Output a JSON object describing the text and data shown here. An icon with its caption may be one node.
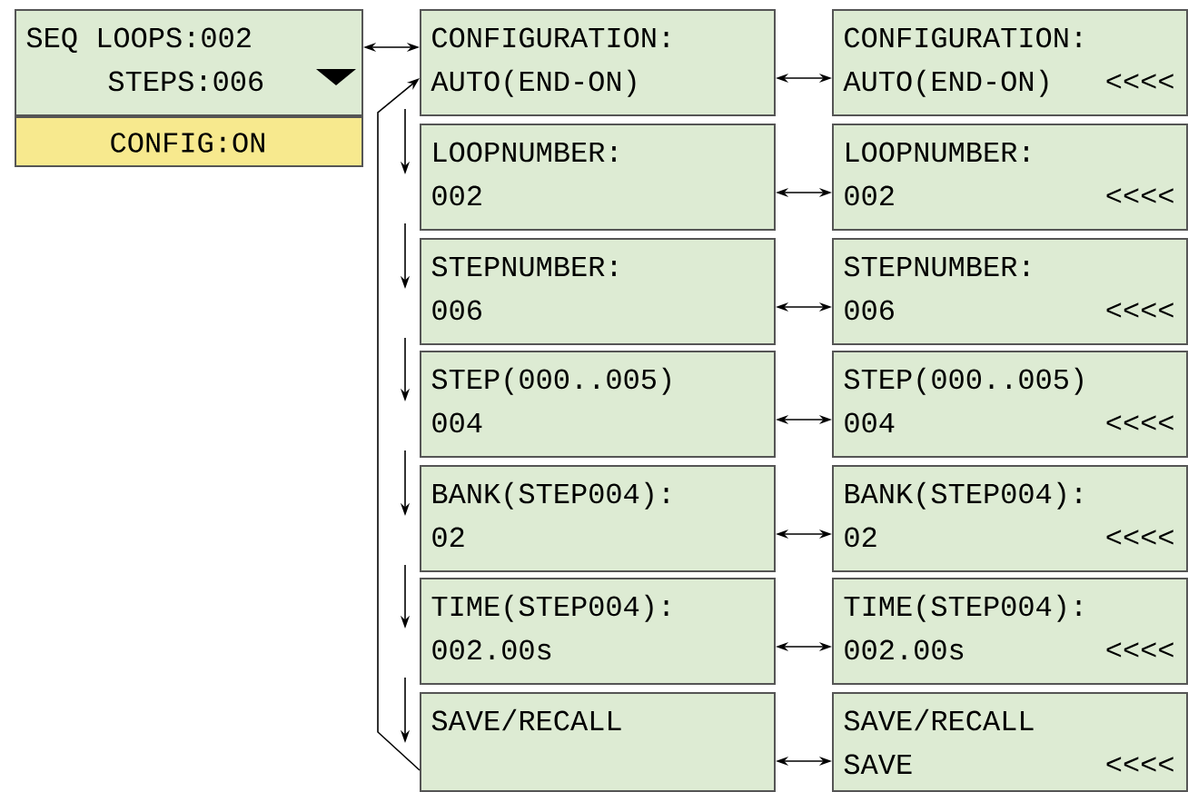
{
  "diagram": {
    "nodes": [
      {
        "text": [
          "SEQ LOOPS:002",
          "STEPS:006"
        ]
      },
      {
        "text": [
          "CONFIG:ON"
        ]
      },
      {
        "text": [
          "CONFIGURATION:",
          "AUTO(END-ON)"
        ]
      },
      {
        "text": [
          "LOOPNUMBER:",
          "002"
        ]
      },
      {
        "text": [
          "STEPNUMBER:",
          "006"
        ]
      },
      {
        "text": [
          "STEP(000..005)",
          "004"
        ]
      },
      {
        "text": [
          "BANK(STEP004):",
          "02"
        ]
      },
      {
        "text": [
          "TIME(STEP004):",
          "002.00s"
        ]
      },
      {
        "text": [
          "SAVE/RECALL"
        ]
      },
      {
        "text": [
          "CONFIGURATION:",
          "AUTO(END-ON)",
          "<<<<"
        ]
      },
      {
        "text": [
          "LOOPNUMBER:",
          "002",
          "<<<<"
        ]
      },
      {
        "text": [
          "STEPNUMBER:",
          "006",
          "<<<<"
        ]
      },
      {
        "text": [
          "STEP(000..005)",
          "004",
          "<<<<"
        ]
      },
      {
        "text": [
          "BANK(STEP004):",
          "02",
          "<<<<"
        ]
      },
      {
        "text": [
          "TIME(STEP004):",
          "002.00s",
          "<<<<"
        ]
      },
      {
        "text": [
          "SAVE/RECALL",
          "SAVE",
          "<<<<"
        ]
      }
    ],
    "edges": [
      {
        "from": 0,
        "to": 2,
        "arrow": "both"
      },
      {
        "from": 2,
        "to": 9,
        "arrow": "both"
      },
      {
        "from": 3,
        "to": 10,
        "arrow": "both"
      },
      {
        "from": 4,
        "to": 11,
        "arrow": "both"
      },
      {
        "from": 5,
        "to": 12,
        "arrow": "both"
      },
      {
        "from": 6,
        "to": 13,
        "arrow": "both"
      },
      {
        "from": 7,
        "to": 14,
        "arrow": "both"
      },
      {
        "from": 8,
        "to": 15,
        "arrow": "both"
      },
      {
        "from": 2,
        "to": 3,
        "arrow": "to"
      },
      {
        "from": 3,
        "to": 4,
        "arrow": "to"
      },
      {
        "from": 4,
        "to": 5,
        "arrow": "to"
      },
      {
        "from": 5,
        "to": 6,
        "arrow": "to"
      },
      {
        "from": 6,
        "to": 7,
        "arrow": "to"
      },
      {
        "from": 7,
        "to": 8,
        "arrow": "to"
      },
      {
        "from": 8,
        "to": 2,
        "arrow": "to"
      }
    ]
  }
}
